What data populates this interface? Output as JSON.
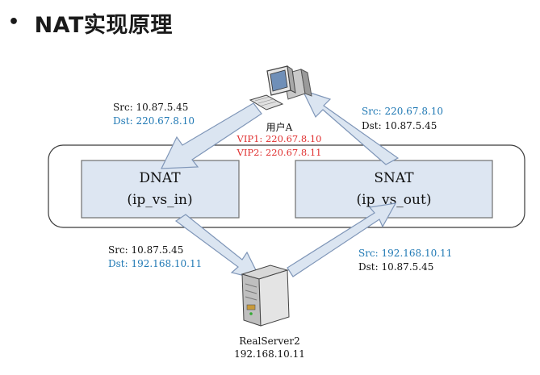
{
  "title": {
    "bullet": "•",
    "text": "NAT实现原理"
  },
  "client": {
    "label": "用户A",
    "vip1": "VIP1: 220.67.8.10",
    "vip2": "VIP2: 220.67.8.11"
  },
  "dnat": {
    "name": "DNAT",
    "func": "(ip_vs_in)"
  },
  "snat": {
    "name": "SNAT",
    "func": "(ip_vs_out)"
  },
  "server": {
    "name": "RealServer2",
    "ip": "192.168.10.11"
  },
  "packets": {
    "top_left": {
      "src": "Src: 10.87.5.45",
      "dst": "Dst: 220.67.8.10"
    },
    "top_right": {
      "src": "Src: 220.67.8.10",
      "dst": "Dst: 10.87.5.45"
    },
    "bottom_left": {
      "src": "Src: 10.87.5.45",
      "dst": "Dst: 192.168.10.11"
    },
    "bottom_right": {
      "src": "Src: 192.168.10.11",
      "dst": "Dst: 10.87.5.45"
    }
  },
  "colors": {
    "blue_text": "#1f78b4",
    "red_text": "#e03030",
    "box_fill": "#dde6f2",
    "arrow_fill": "#dbe5f1",
    "arrow_stroke": "#7f96b8"
  }
}
